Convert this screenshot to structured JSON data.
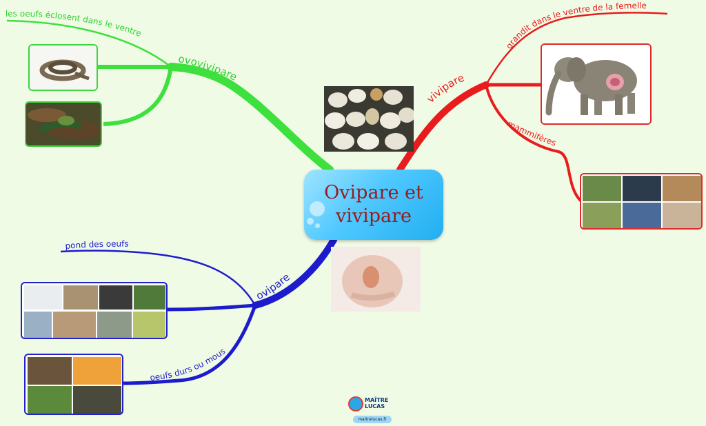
{
  "center": {
    "title": "Ovipare et vivipare"
  },
  "branches": {
    "ovovivipare": {
      "label": "ovovivipare",
      "detail": "les oeufs éclosent dans le ventre",
      "color": "#3ee03e"
    },
    "vivipare": {
      "label": "vivipare",
      "detail_1": "grandit dans le ventre de la femelle",
      "detail_2": "mammifères",
      "color": "#e81c1c"
    },
    "ovipare": {
      "label": "ovipare",
      "detail_1": "pond des oeufs",
      "detail_2": "oeufs durs ou mous",
      "color": "#1c1ccc"
    }
  },
  "images": {
    "snake_coiled": "snake",
    "snake_head": "snake",
    "eggs_hatching": "eggs hatching",
    "elephant": "pregnant elephant",
    "mammals_collage": [
      "goat",
      "dolphin",
      "meerkats",
      "antelopes",
      "horses",
      "people"
    ],
    "pregnant_belly": "pregnant belly",
    "oviparous_collage": [
      "fish",
      "chicken",
      "eagle",
      "bird",
      "penguin",
      "eggs",
      "duck",
      "frog"
    ],
    "eggs_collage": [
      "nest eggs",
      "fish roe",
      "egg in grass",
      "frog spawn"
    ]
  },
  "logo": {
    "name_line1": "MAÎTRE",
    "name_line2": "LUCAS",
    "url": "maitrelucas.fr"
  }
}
